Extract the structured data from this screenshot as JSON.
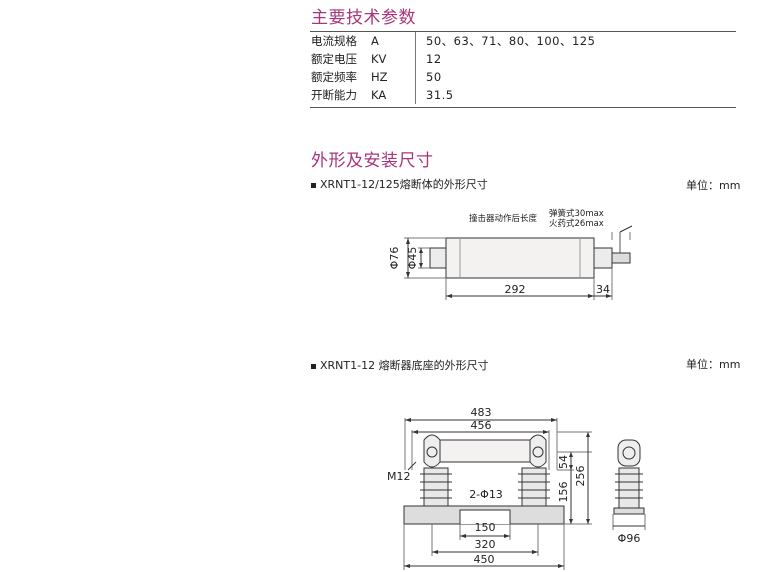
{
  "section_params": {
    "title": "主要技术参数"
  },
  "params": [
    {
      "name": "电流规格",
      "unit": "A",
      "value": "50、63、71、80、100、125"
    },
    {
      "name": "额定电压",
      "unit": "KV",
      "value": "12"
    },
    {
      "name": "额定频率",
      "unit": "HZ",
      "value": "50"
    },
    {
      "name": "开断能力",
      "unit": "KA",
      "value": "31.5"
    }
  ],
  "section_dims": {
    "title": "外形及安装尺寸"
  },
  "figure1": {
    "caption": "XRNT1-12/125熔断体的外形尺寸",
    "unit_note": "单位：mm",
    "note_line1": "撞击器动作后长度",
    "note_spring": "弹簧式30max",
    "note_powder": "火药式26max",
    "dim_outer_dia": "Φ76",
    "dim_inner_dia": "Φ45",
    "dim_length": "292",
    "dim_striker": "34"
  },
  "figure2": {
    "caption": "XRNT1-12 熔断器底座的外形尺寸",
    "unit_note": "单位：mm",
    "dim_483": "483",
    "dim_456": "456",
    "dim_m12": "M12",
    "dim_hole": "2-Φ13",
    "dim_150": "150",
    "dim_320": "320",
    "dim_450": "450",
    "dim_54": "54",
    "dim_156": "156",
    "dim_256": "256",
    "dim_phi96": "Φ96"
  },
  "colors": {
    "accent": "#a7357a",
    "line": "#333333"
  }
}
